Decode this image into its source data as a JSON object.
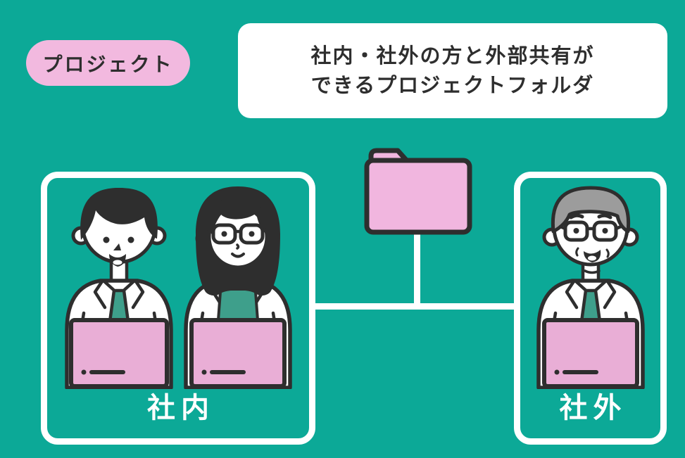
{
  "badge": {
    "label": "プロジェクト"
  },
  "info_box": {
    "line1": "社内・社外の方と外部共有が",
    "line2": "できるプロジェクトフォルダ"
  },
  "folder": {
    "icon": "folder-icon"
  },
  "groups": {
    "internal": {
      "label": "社内",
      "members": [
        "young-man-with-laptop",
        "woman-with-glasses-and-laptop"
      ]
    },
    "external": {
      "label": "社外",
      "members": [
        "senior-man-with-glasses-and-laptop"
      ]
    }
  },
  "colors": {
    "background": "#0CA997",
    "badge_pink": "#F2B9DF",
    "folder_pink": "#F1B6DF",
    "laptop_pink": "#E9AED6",
    "outline": "#2E2E2E",
    "clothing_teal": "#3E9F8B",
    "gray_hair": "#9C9C9C",
    "box_border_white": "#FFFFFF",
    "text_dark": "#2E2E2E",
    "label_white": "#FFFFFF"
  }
}
